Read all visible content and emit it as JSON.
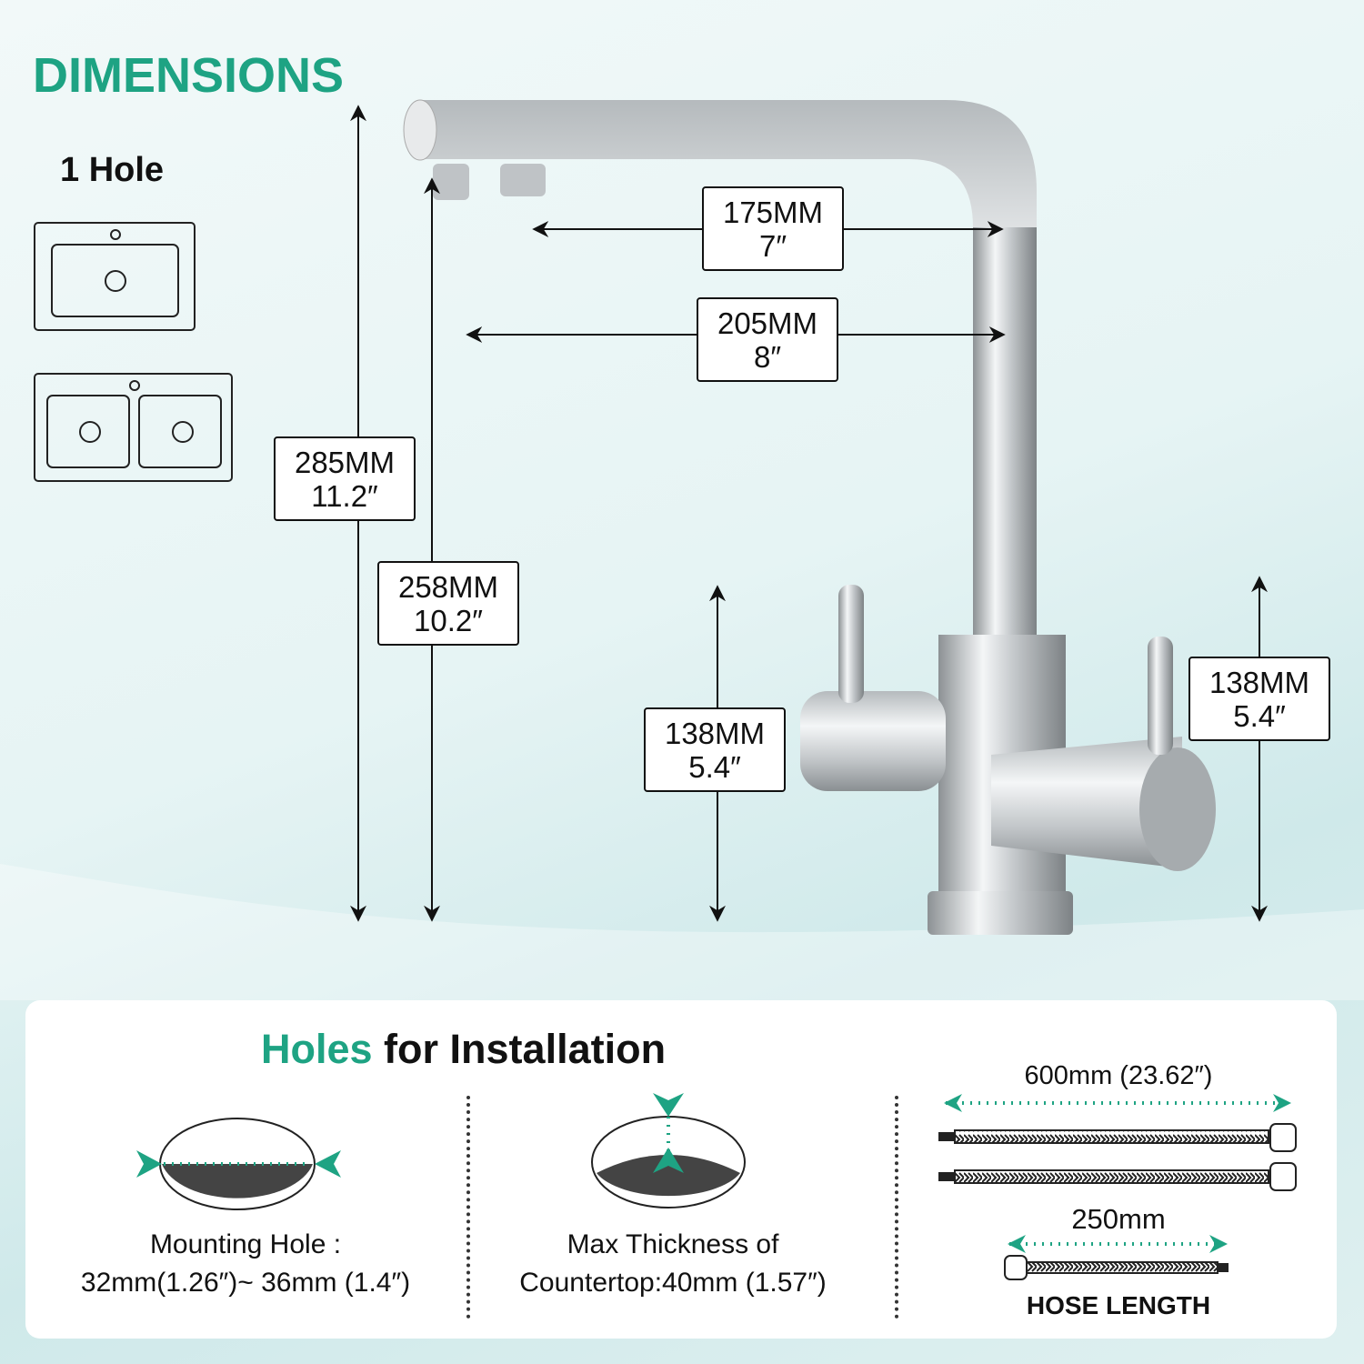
{
  "header": {
    "title": "DIMENSIONS",
    "hole_label": "1 Hole"
  },
  "dimensions": {
    "spout_reach_inner": {
      "mm": "175MM",
      "in": "7″"
    },
    "spout_reach_outer": {
      "mm": "205MM",
      "in": "8″"
    },
    "total_height": {
      "mm": "285MM",
      "in": "11.2″"
    },
    "spout_height": {
      "mm": "258MM",
      "in": "10.2″"
    },
    "left_handle_height": {
      "mm": "138MM",
      "in": "5.4″"
    },
    "right_handle_height": {
      "mm": "138MM",
      "in": "5.4″"
    }
  },
  "installation": {
    "title_accent": "Holes",
    "title_rest": " for Installation",
    "mounting_hole": {
      "line1": "Mounting Hole :",
      "line2": "32mm(1.26″)~ 36mm (1.4″)"
    },
    "countertop": {
      "line1": "Max Thickness of",
      "line2": "Countertop:40mm (1.57″)"
    },
    "hose": {
      "long": "600mm (23.62″)",
      "short": "250mm",
      "label": "HOSE LENGTH"
    }
  },
  "colors": {
    "accent": "#1ea383"
  }
}
